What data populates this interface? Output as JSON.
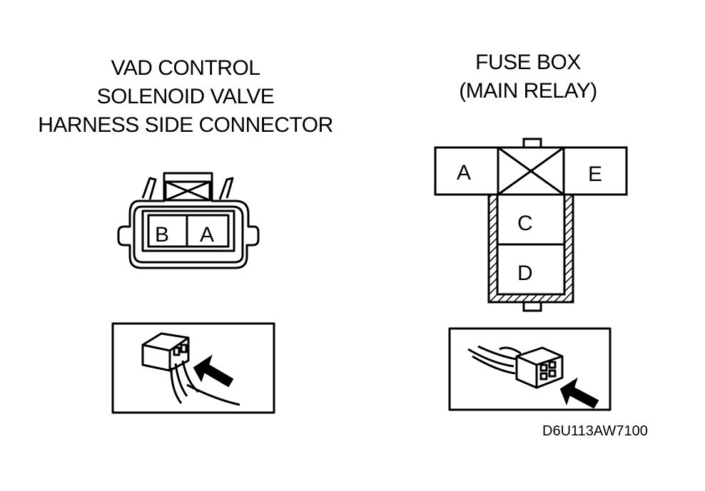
{
  "left_connector": {
    "title_lines": [
      "VAD CONTROL",
      "SOLENOID VALVE",
      "HARNESS SIDE CONNECTOR"
    ],
    "terminals": [
      "B",
      "A"
    ]
  },
  "right_connector": {
    "title_lines": [
      "FUSE BOX",
      "(MAIN RELAY)"
    ],
    "terminals": {
      "a": "A",
      "e": "E",
      "c": "C",
      "d": "D"
    }
  },
  "reference_code": "D6U113AW7100"
}
